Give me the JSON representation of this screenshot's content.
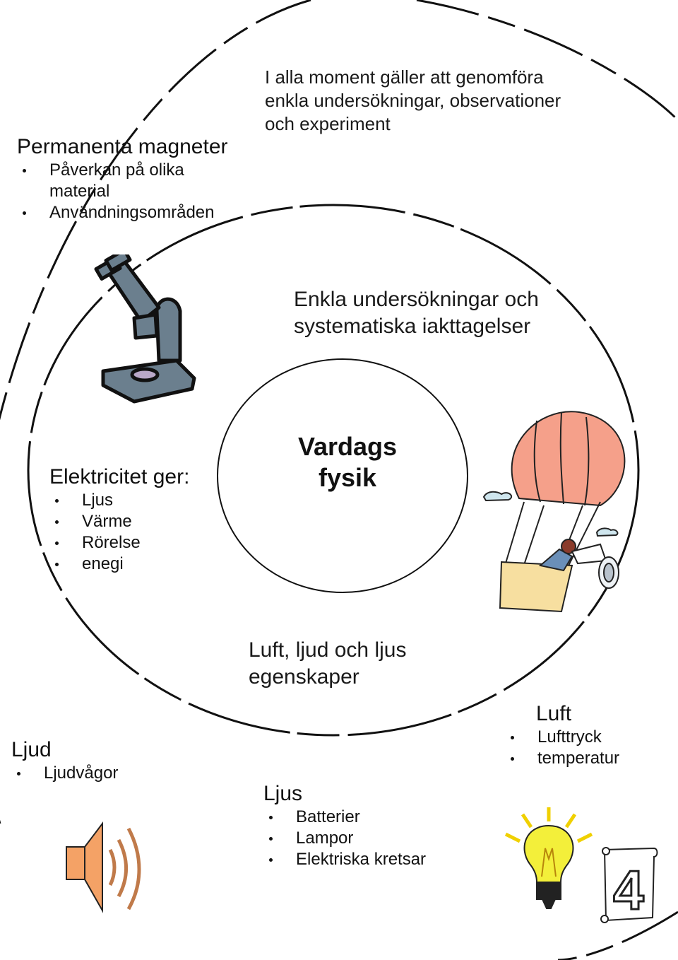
{
  "intro": [
    "I alla moment gäller att genomföra",
    "enkla undersökningar, observationer",
    "och experiment"
  ],
  "magnets": {
    "title": "Permanenta magneter",
    "items": [
      "Påverkan på olika material",
      "Användningsområden"
    ]
  },
  "investigations": [
    "Enkla undersökningar och",
    "systematiska iakttagelser"
  ],
  "center": [
    "Vardags",
    "fysik"
  ],
  "electricity": {
    "title": "Elektricitet ger:",
    "items": [
      "Ljus",
      "Värme",
      "Rörelse",
      "enegi"
    ]
  },
  "properties": [
    "Luft, ljud och ljus",
    "egenskaper"
  ],
  "sound": {
    "title": "Ljud",
    "items": [
      "Ljudvågor"
    ]
  },
  "air": {
    "title": "Luft",
    "items": [
      "Lufttryck",
      "temperatur"
    ]
  },
  "light": {
    "title": "Ljus",
    "items": [
      "Batterier",
      "Lampor",
      "Elektriska kretsar"
    ]
  },
  "badge_number": "4",
  "colors": {
    "balloon": "#f5a08a",
    "basket": "#f7dfa0",
    "bulb": "#f3ef3a",
    "microscope": "#6b7f8e",
    "speaker": "#f4a266"
  }
}
